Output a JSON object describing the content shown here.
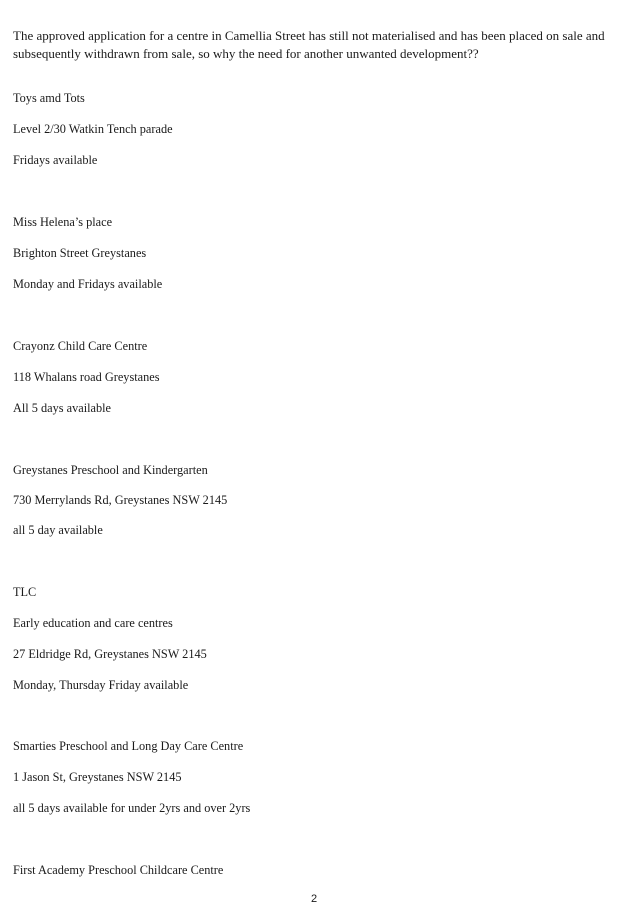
{
  "intro": "The approved application for a centre in Camellia Street has still not materialised and has been placed on sale and subsequently withdrawn from sale, so why the need for another unwanted development??",
  "centres": [
    {
      "name": "Toys amd Tots",
      "address": "Level 2/30 Watkin Tench parade",
      "availability": "Fridays available"
    },
    {
      "name": "Miss Helena’s place",
      "address": "Brighton Street Greystanes",
      "availability": "Monday and Fridays available"
    },
    {
      "name": "Crayonz Child Care Centre",
      "address": "118 Whalans road Greystanes",
      "availability": "All 5 days available"
    },
    {
      "name": "Greystanes Preschool and Kindergarten",
      "address": "730 Merrylands Rd, Greystanes NSW 2145",
      "availability": "all 5 day available"
    },
    {
      "name": "TLC",
      "subtitle": "Early education and care centres",
      "address": "27 Eldridge Rd, Greystanes NSW 2145",
      "availability": "Monday, Thursday Friday available"
    },
    {
      "name": "Smarties Preschool and Long Day Care Centre",
      "address": "1 Jason St, Greystanes NSW 2145",
      "availability": "all 5 days available for under 2yrs and over 2yrs"
    },
    {
      "name": "First Academy Preschool Childcare Centre"
    }
  ],
  "page_number": "2"
}
